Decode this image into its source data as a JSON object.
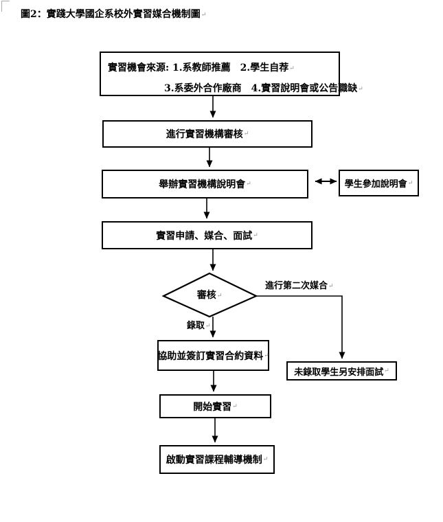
{
  "meta": {
    "paragraph_mark": "↵"
  },
  "page": {
    "title": "圖2：實踐大學國企系校外實習媒合機制圖"
  },
  "flowchart": {
    "nodes": {
      "source": {
        "line1": "實習機會來源: 1.系教師推薦　2.學生自荐",
        "line2": "3.系委外合作廠商　4.實習說明會或公告職缺"
      },
      "review_org": {
        "label": "進行實習機構審核"
      },
      "seminar": {
        "label": "舉辦實習機構說明會"
      },
      "student_join": {
        "label": "學生參加說明會"
      },
      "apply": {
        "label": "實習申請、媒合、面試"
      },
      "decision": {
        "label": "審核"
      },
      "contract": {
        "label": "協助並簽訂實習合約資料"
      },
      "not_admitted": {
        "label": "未錄取學生另安排面試"
      },
      "start": {
        "label": "開始實習"
      },
      "mentoring": {
        "label": "啟動實習課程輔導機制"
      }
    },
    "edge_labels": {
      "second_match": "進行第二次媒合",
      "admitted": "錄取"
    },
    "colors": {
      "line": "#000000",
      "text": "#000000",
      "paragraph_mark": "#8f8f8f",
      "background": "#ffffff"
    }
  }
}
